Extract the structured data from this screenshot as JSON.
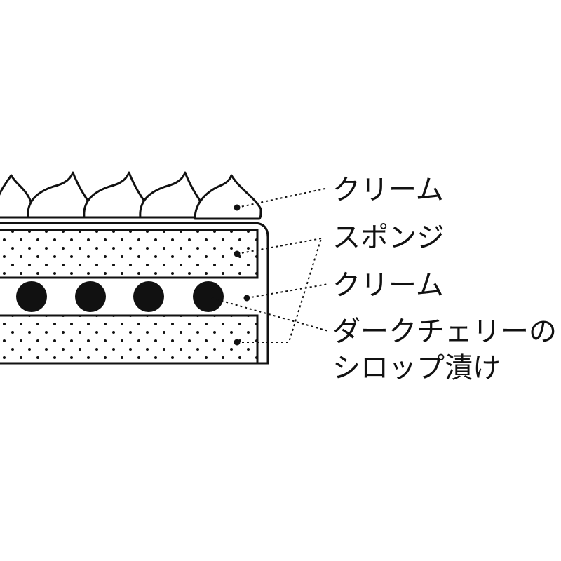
{
  "diagram": {
    "labels": {
      "top_cream": "クリーム",
      "sponge": "スポンジ",
      "middle_cream": "クリーム",
      "cherry_line1": "ダークチェリーの",
      "cherry_line2": "シロップ漬け"
    },
    "colors": {
      "stroke": "#111111",
      "cherry": "#111111",
      "background": "#ffffff"
    },
    "cherry_count": 4,
    "cream_dollop_count": 5
  }
}
